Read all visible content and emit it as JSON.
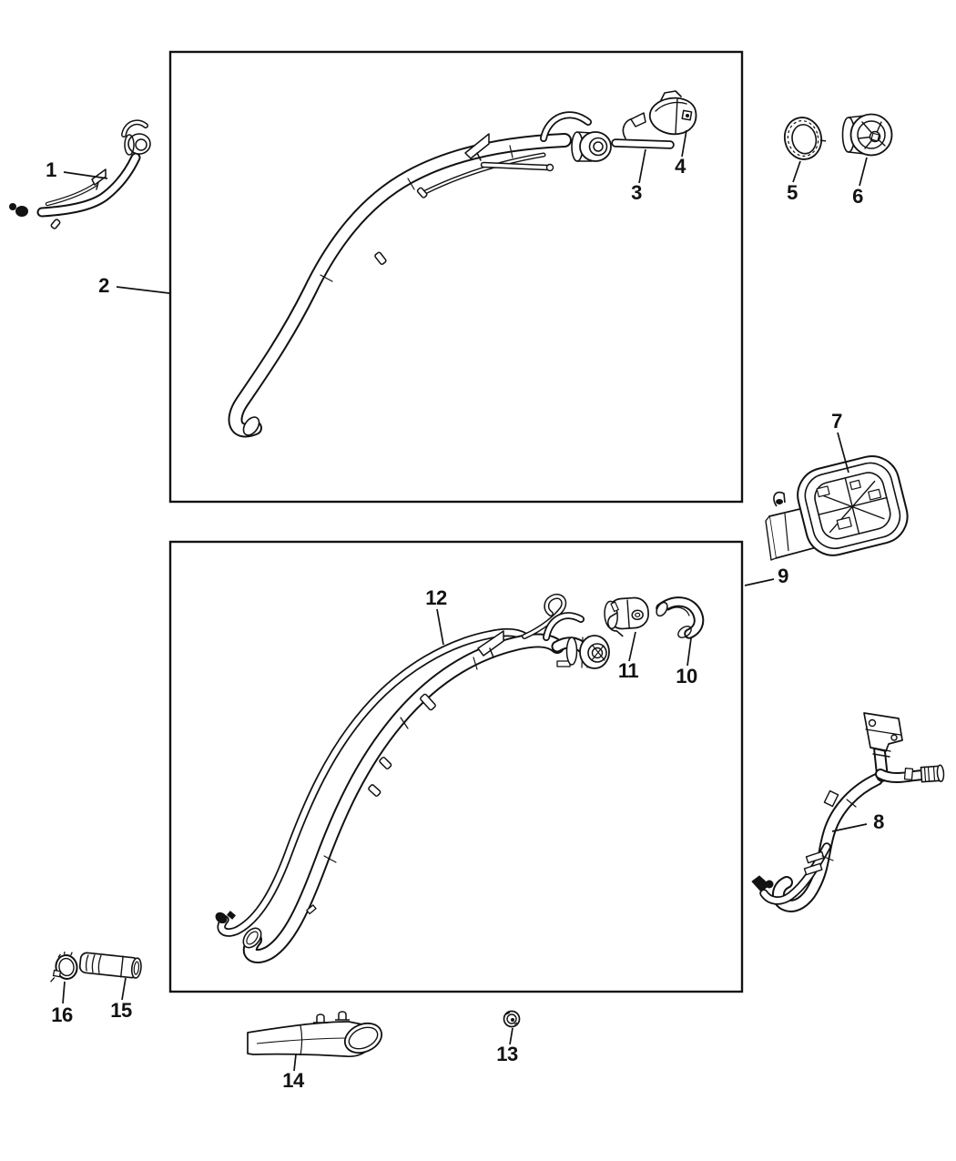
{
  "diagram": {
    "background": "#ffffff",
    "line_color": "#121212",
    "panel_count": 2
  },
  "callouts": [
    "1",
    "2",
    "3",
    "4",
    "5",
    "6",
    "7",
    "8",
    "9",
    "10",
    "11",
    "12",
    "13",
    "14",
    "15",
    "16"
  ]
}
